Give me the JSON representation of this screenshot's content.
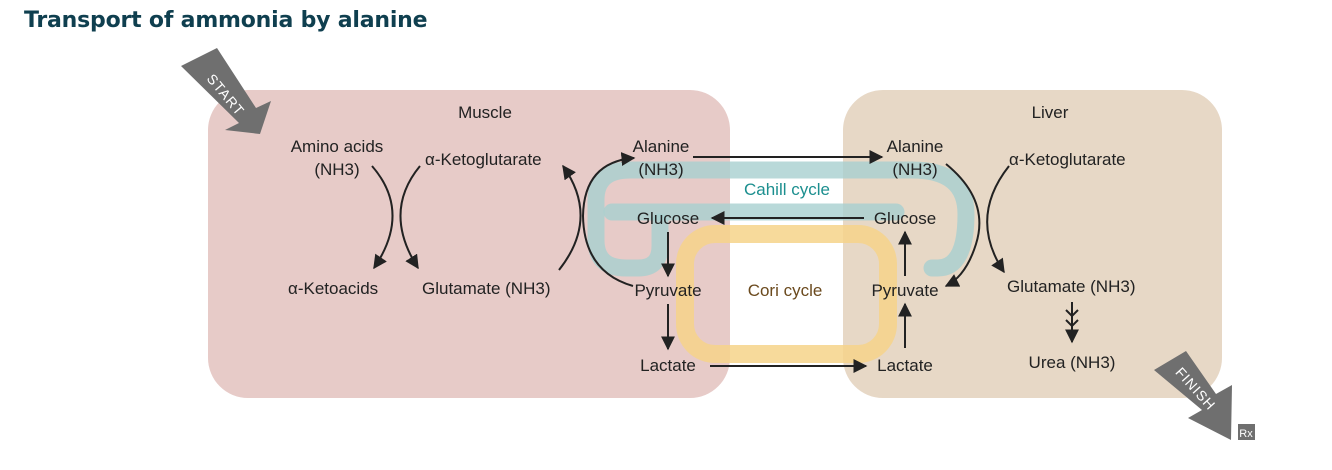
{
  "title": "Transport of ammonia by alanine",
  "muscle": {
    "header": "Muscle",
    "amino_acids": "Amino acids",
    "amino_nh3": "(NH3)",
    "a_ketoglutarate": "α-Ketoglutarate",
    "a_ketoacids": "α-Ketoacids",
    "glutamate": "Glutamate (NH3)",
    "alanine": "Alanine",
    "alanine_nh3": "(NH3)",
    "glucose": "Glucose",
    "pyruvate": "Pyruvate",
    "lactate": "Lactate"
  },
  "liver": {
    "header": "Liver",
    "alanine": "Alanine",
    "alanine_nh3": "(NH3)",
    "a_ketoglutarate": "α-Ketoglutarate",
    "glucose": "Glucose",
    "pyruvate": "Pyruvate",
    "lactate": "Lactate",
    "glutamate": "Glutamate (NH3)",
    "urea": "Urea (NH3)"
  },
  "cycles": {
    "cahill": "Cahill cycle",
    "cori": "Cori cycle"
  },
  "start_label": "START",
  "finish_label": "FINISH",
  "badge": "Rx",
  "colors": {
    "title": "#0f3f4f",
    "muscle_box": "#e7cbc8",
    "liver_box": "#e7d8c6",
    "cahill_band": "#a8cfd0",
    "cahill_text": "#1c8f8f",
    "cori_band": "#f6d38a",
    "cori_text": "#6b4a1e",
    "start_finish_arrow": "#6f6f6f"
  }
}
